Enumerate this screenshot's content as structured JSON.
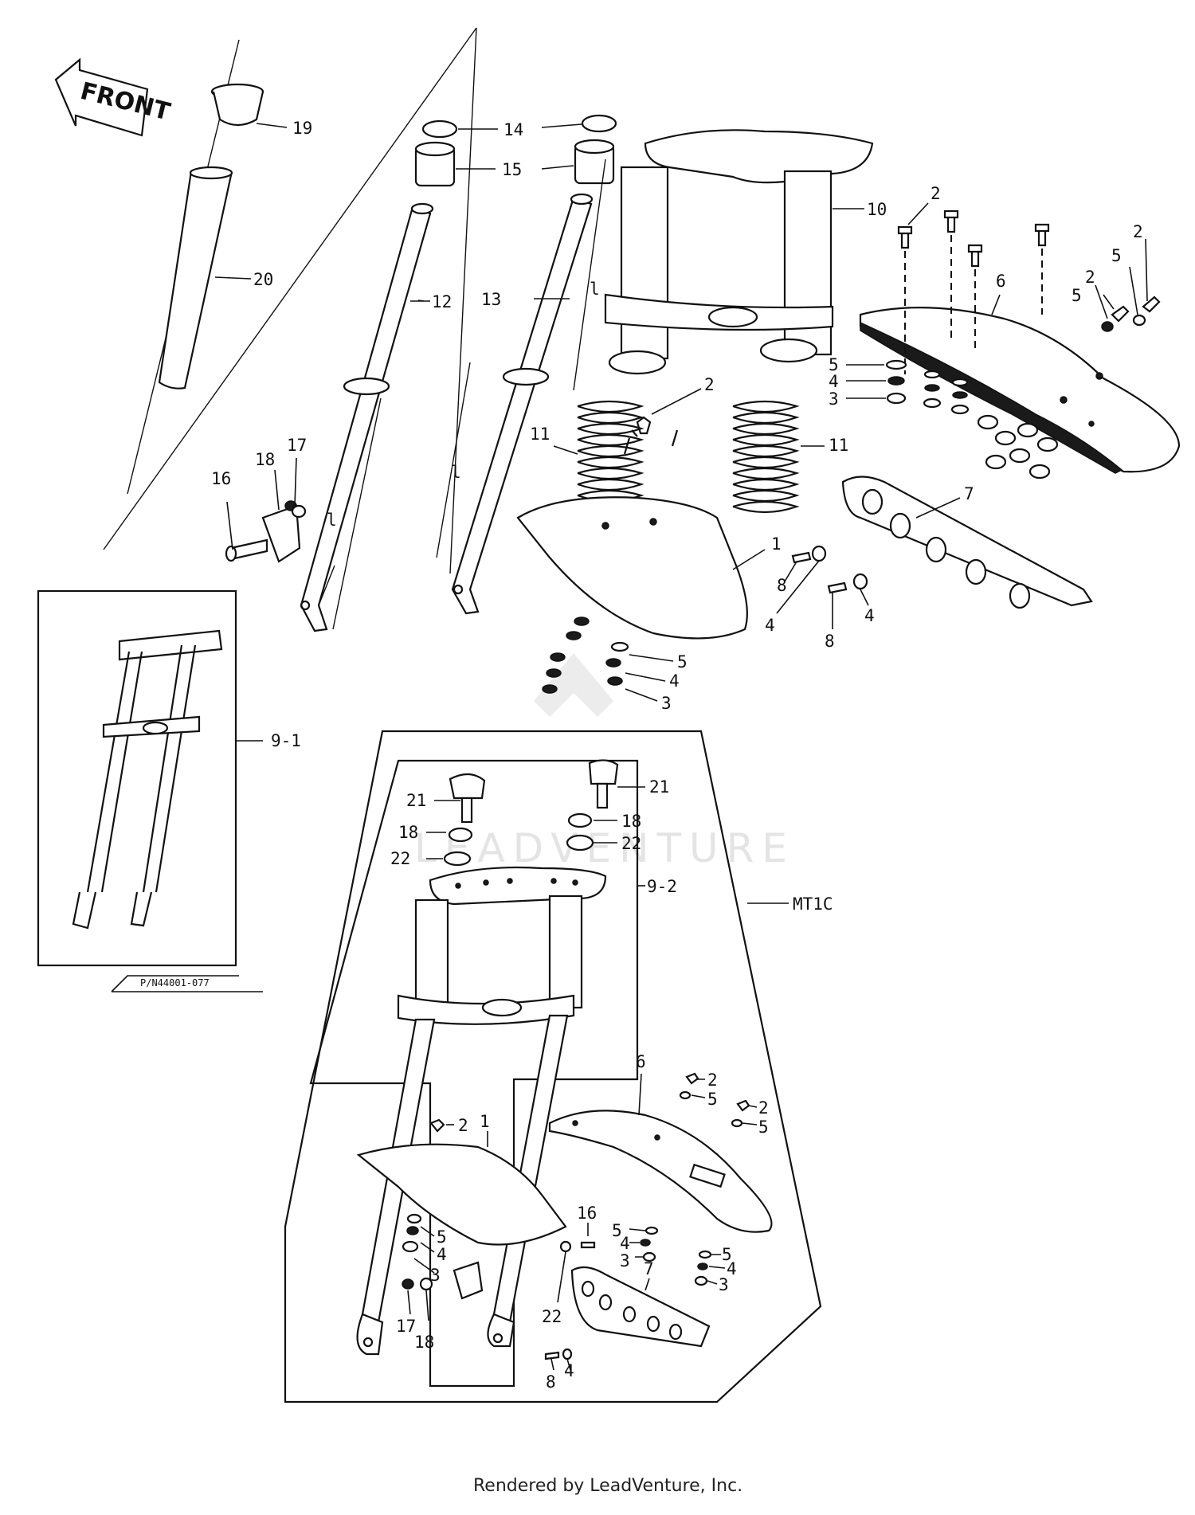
{
  "labels": {
    "front": "FRONT",
    "l1": "1",
    "l2": "2",
    "l3": "3",
    "l4": "4",
    "l5": "5",
    "l6": "6",
    "l7": "7",
    "l8": "8",
    "l9_1": "9-1",
    "l9_2": "9-2",
    "l10": "10",
    "l11": "11",
    "l12": "12",
    "l13": "13",
    "l14": "14",
    "l15": "15",
    "l16": "16",
    "l17": "17",
    "l18": "18",
    "l19": "19",
    "l20": "20",
    "l21": "21",
    "l22": "22",
    "dim_l": "l"
  },
  "part_number": "P/N44001-077",
  "model": "MT1C",
  "watermark": "LEADVENTURE",
  "footer": "Rendered by LeadVenture, Inc."
}
